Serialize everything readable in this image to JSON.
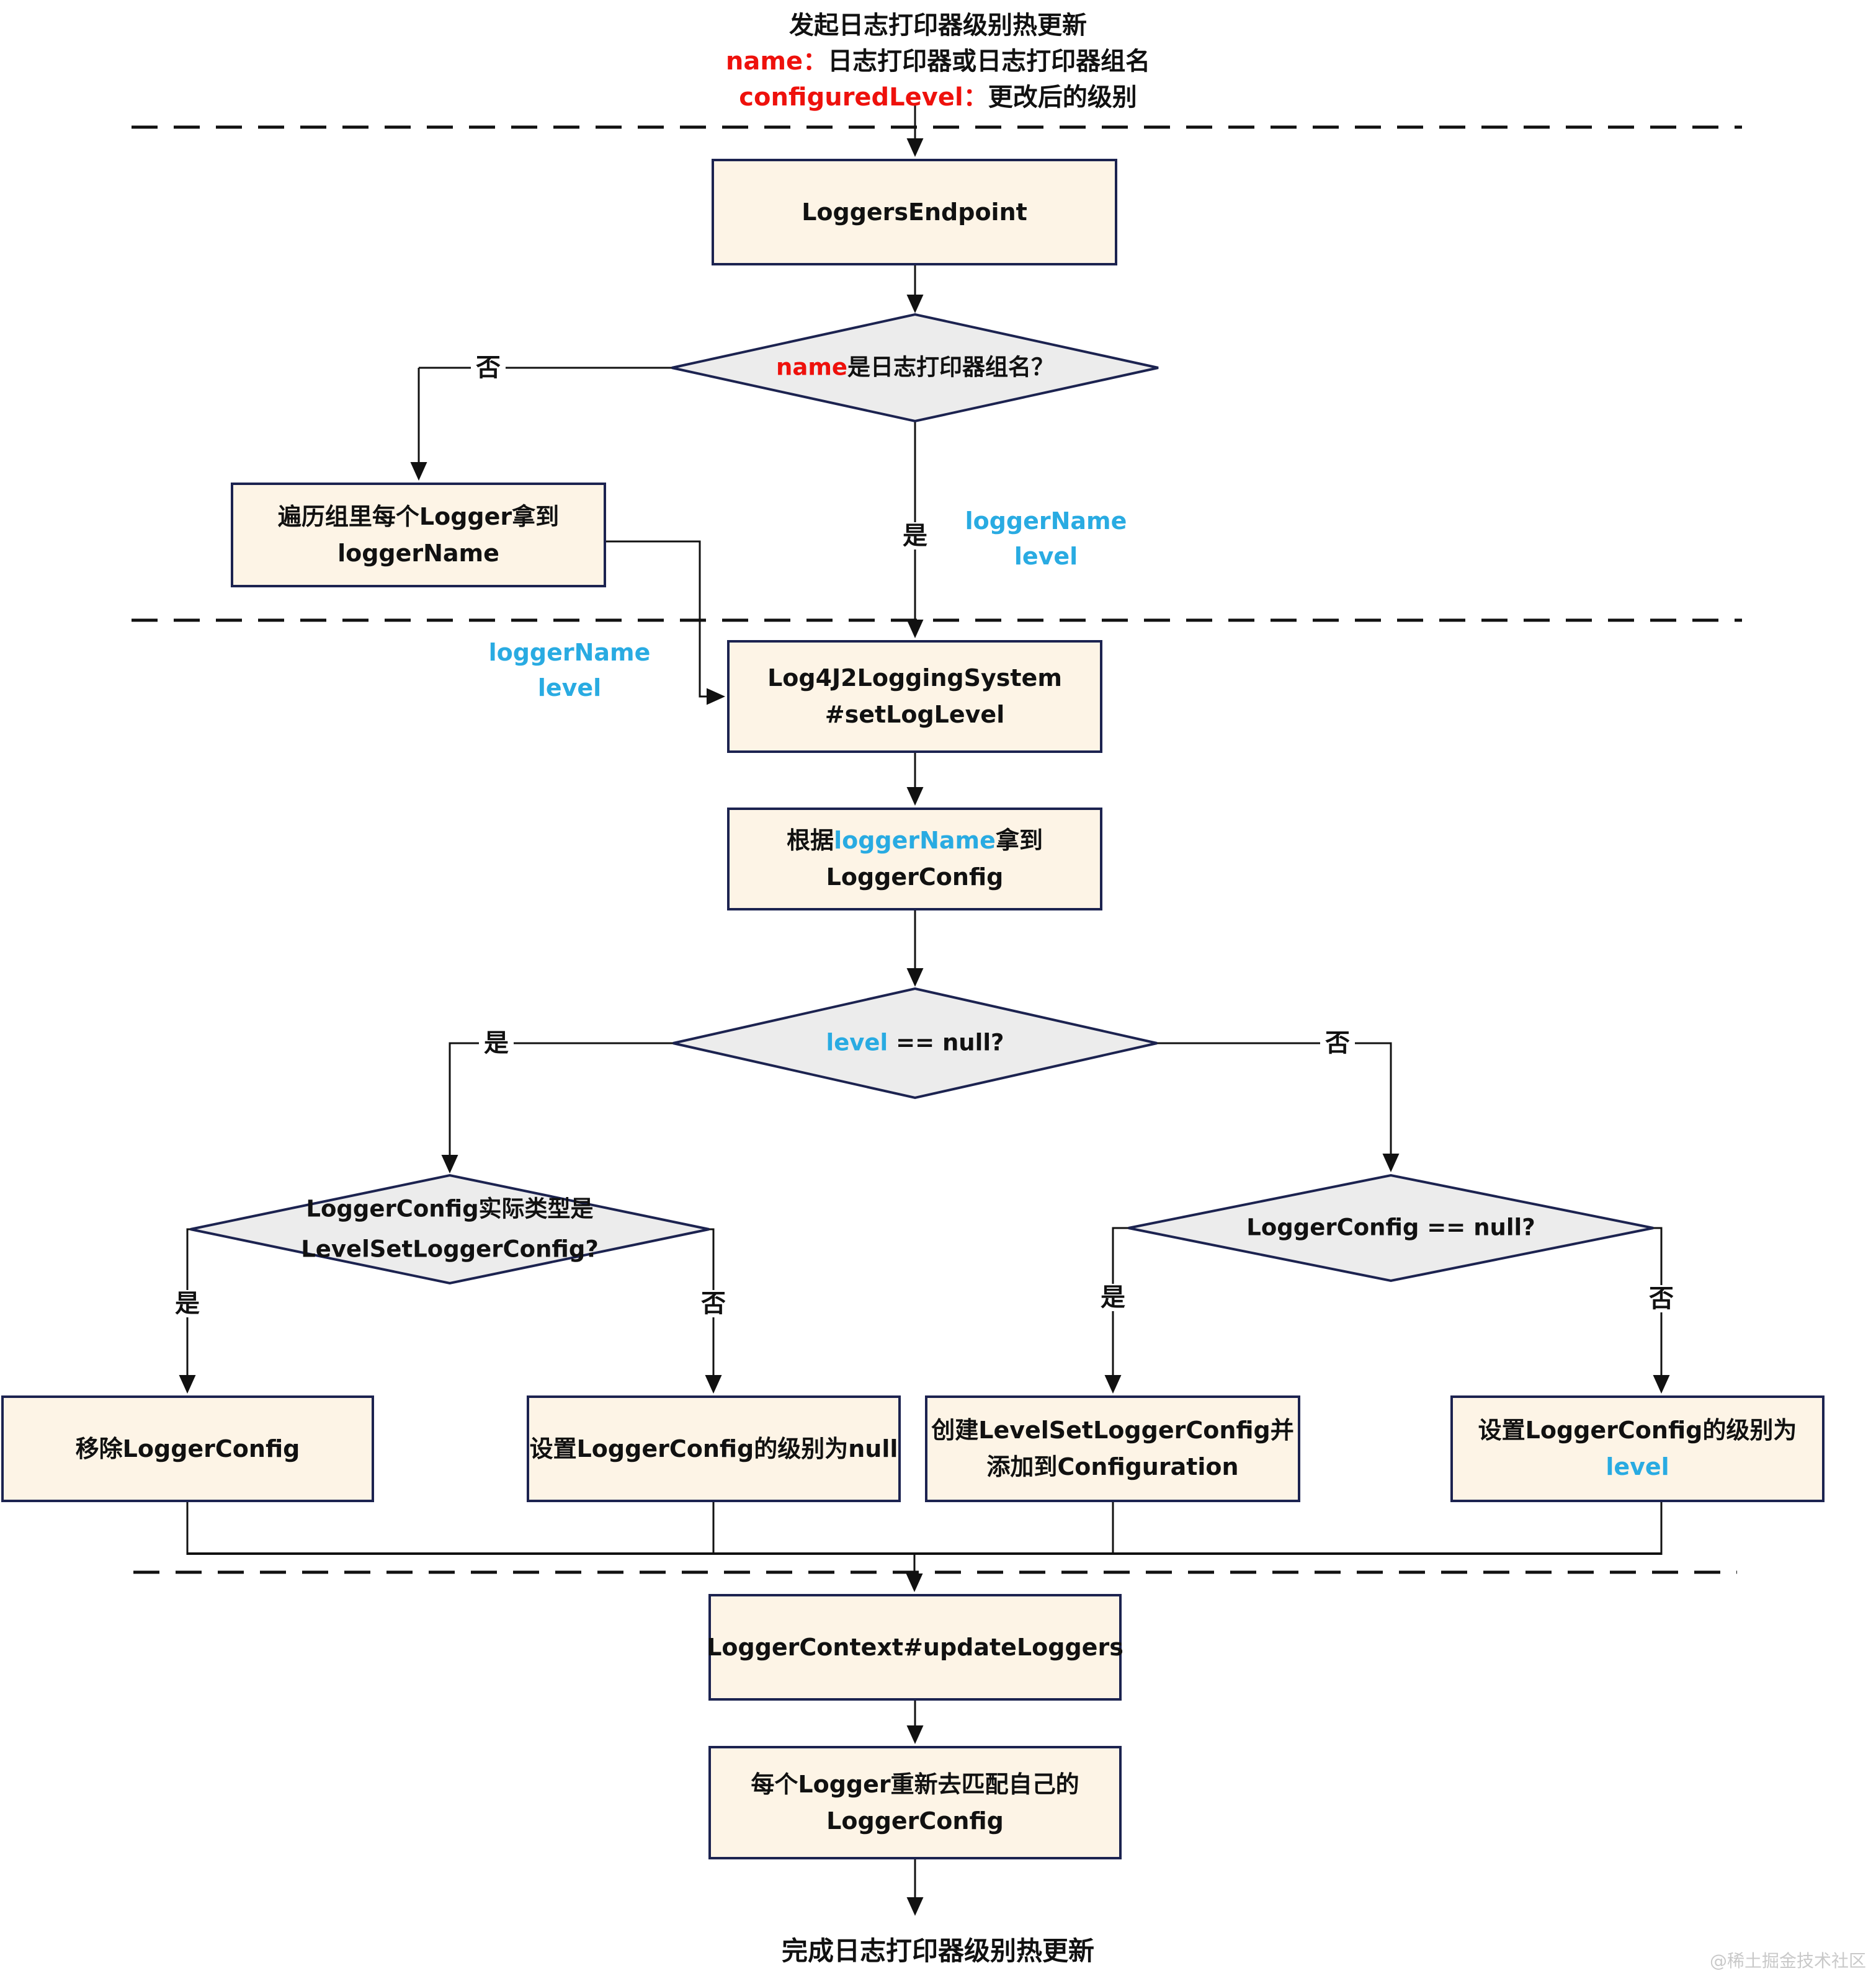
{
  "title": {
    "line1": "发起日志打印器级别热更新",
    "line2_param": "name：",
    "line2_rest": "日志打印器或日志打印器组名",
    "line3_param": "configuredLevel：",
    "line3_rest": "更改后的级别"
  },
  "labels": {
    "yes": "是",
    "no": "否"
  },
  "params": {
    "logger_name": "loggerName",
    "level": "level"
  },
  "nodes": {
    "loggers_endpoint": {
      "text": "LoggersEndpoint"
    },
    "diamond_is_group": {
      "param": "name",
      "rest": "是日志打印器组名？"
    },
    "traverse_group": {
      "line1": "遍历组里每个Logger拿到",
      "line2": "loggerName"
    },
    "set_log_level": {
      "line1": "Log4J2LoggingSystem",
      "line2": "#setLogLevel"
    },
    "get_logger_config": {
      "pre": "根据",
      "param": "loggerName",
      "post": "拿到",
      "line2": "LoggerConfig"
    },
    "diamond_level_null": {
      "param": "level",
      "rest": " == null?"
    },
    "diamond_type_check": {
      "line1": "LoggerConfig实际类型是",
      "line2": "LevelSetLoggerConfig?"
    },
    "diamond_config_null": {
      "text": "LoggerConfig == null?"
    },
    "remove_config": {
      "text": "移除LoggerConfig"
    },
    "set_level_null": {
      "text": "设置LoggerConfig的级别为null"
    },
    "create_config": {
      "line1": "创建LevelSetLoggerConfig并",
      "line2": "添加到Configuration"
    },
    "set_level_value": {
      "pre": "设置LoggerConfig的级别为",
      "param": "level"
    },
    "update_loggers": {
      "text": "LoggerContext#updateLoggers"
    },
    "rematch": {
      "line1": "每个Logger重新去匹配自己的",
      "line2": "LoggerConfig"
    },
    "end_text": "完成日志打印器级别热更新"
  },
  "colors": {
    "node_fill": "#fdf4e6",
    "node_border": "#1c2350",
    "diamond_fill": "#ececec",
    "param_red": "#ee110c",
    "param_cyan": "#29abe2",
    "line_black": "#111111",
    "watermark_gray": "#c9c9c9"
  },
  "watermark": "@稀土掘金技术社区"
}
